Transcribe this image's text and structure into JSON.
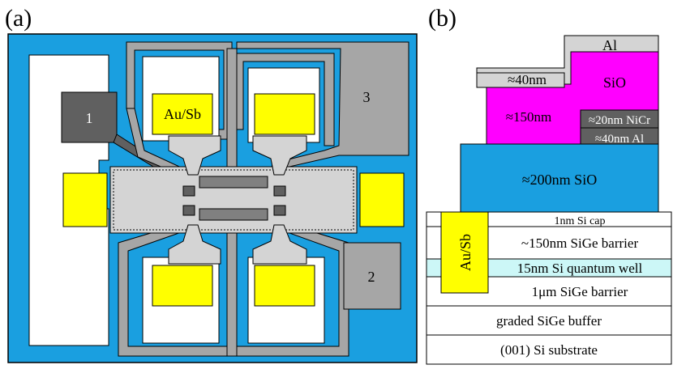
{
  "panels": {
    "a": "(a)",
    "b": "(b)"
  },
  "device_a": {
    "contact_label": "Au/Sb",
    "gate_1": "1",
    "gate_2": "2",
    "gate_3": "3"
  },
  "stack_b": {
    "al_top": "Al",
    "sio_upper": "SiO",
    "al_thickness": "≈40nm",
    "sio_upper_thickness": "≈150nm",
    "nicr_layer": "≈20nm NiCr",
    "al_layer": "≈40nm Al",
    "sio_lower": "≈200nm  SiO",
    "contact_label": "Au/Sb",
    "layers": [
      "1nm Si cap",
      "~150nm SiGe barrier",
      "15nm Si quantum well",
      "1μm SiGe barrier",
      "graded SiGe buffer",
      "(001) Si substrate"
    ]
  },
  "colors": {
    "blue": "#1a9fe0",
    "gray": "#a6a6a6",
    "dark_gray": "#606060",
    "light_gray": "#d4d4d4",
    "yellow": "#ffff00",
    "magenta": "#ff00ff",
    "cyan_well": "#ccf7f7"
  }
}
